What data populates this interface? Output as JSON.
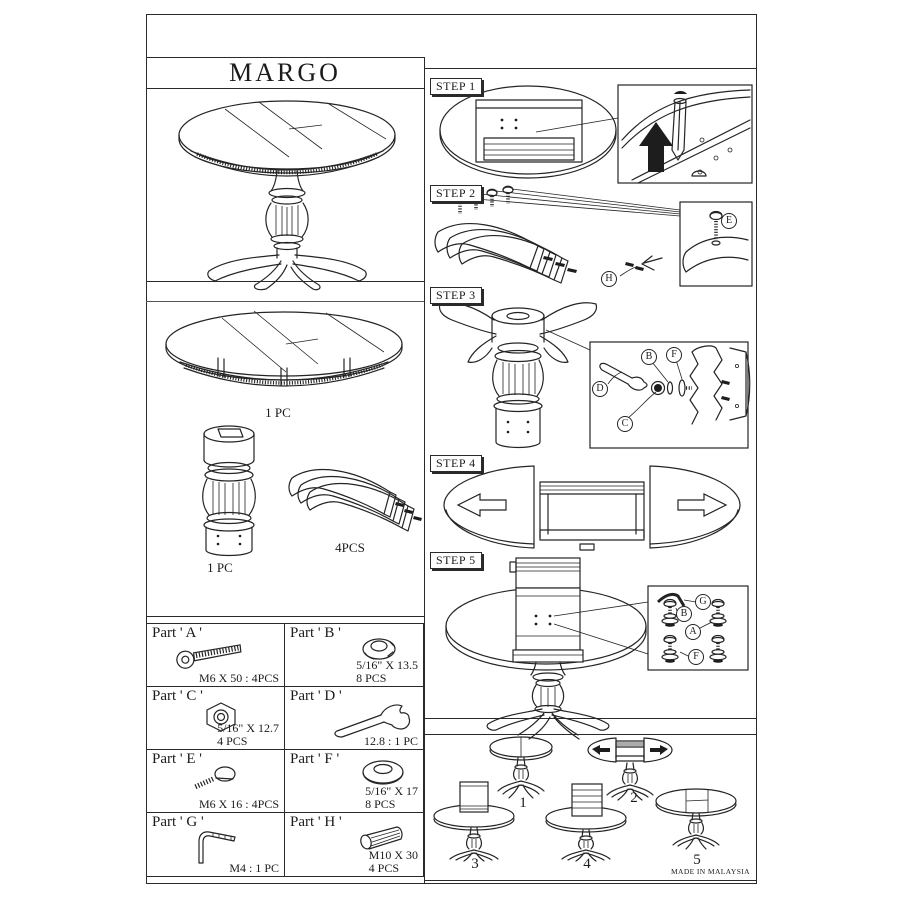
{
  "sheet": {
    "title": "MARGO",
    "made_in": "MADE IN MALAYSIA"
  },
  "components": {
    "tabletop_qty": "1 PC",
    "pedestal_qty": "1 PC",
    "legs_qty": "4PCS"
  },
  "parts": [
    {
      "label": "Part ' A '",
      "icon": "bolt-icon",
      "spec": "M6 X 50 : 4PCS",
      "qty": ""
    },
    {
      "label": "Part ' B '",
      "icon": "lock-washer-icon",
      "spec": "5/16\" X 13.5",
      "qty": "8 PCS"
    },
    {
      "label": "Part ' C '",
      "icon": "hex-nut-icon",
      "spec": "5/16\" X 12.7",
      "qty": "4 PCS"
    },
    {
      "label": "Part ' D '",
      "icon": "wrench-icon",
      "spec": "12.8 : 1 PC",
      "qty": ""
    },
    {
      "label": "Part ' E '",
      "icon": "screw-icon",
      "spec": "M6 X 16 : 4PCS",
      "qty": ""
    },
    {
      "label": "Part ' F '",
      "icon": "flat-washer-icon",
      "spec": "5/16\" X 17",
      "qty": "8 PCS"
    },
    {
      "label": "Part ' G '",
      "icon": "allen-key-icon",
      "spec": "M4 : 1 PC",
      "qty": ""
    },
    {
      "label": "Part ' H '",
      "icon": "dowel-icon",
      "spec": "M10 X 30",
      "qty": "4 PCS"
    }
  ],
  "steps": [
    {
      "label": "STEP 1",
      "callouts": []
    },
    {
      "label": "STEP 2",
      "callouts": [
        "E",
        "H"
      ]
    },
    {
      "label": "STEP 3",
      "callouts": [
        "B",
        "F",
        "D",
        "C"
      ]
    },
    {
      "label": "STEP 4",
      "callouts": []
    },
    {
      "label": "STEP 5",
      "callouts": [
        "G",
        "B",
        "A",
        "F"
      ]
    }
  ],
  "overview": {
    "figures": [
      "1",
      "2",
      "3",
      "4",
      "5"
    ]
  }
}
